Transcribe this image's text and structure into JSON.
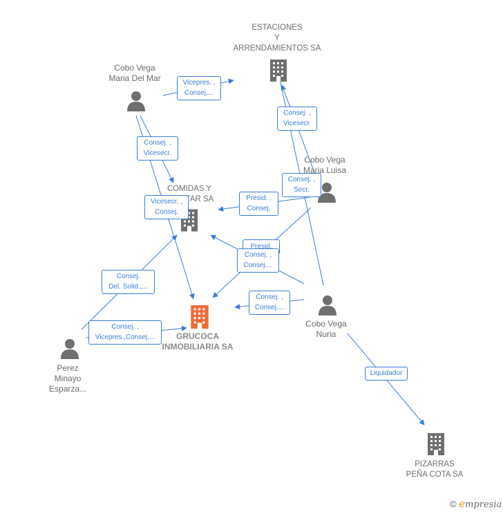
{
  "companies": {
    "estaciones": {
      "lines": [
        "ESTACIONES",
        "Y",
        "ARRENDAMIENTOS SA"
      ]
    },
    "comidas": {
      "lines": [
        "COMIDAS Y",
        "TAR SA"
      ]
    },
    "grucoca": {
      "lines": [
        "GRUCOCA",
        "INMOBILIARIA SA"
      ]
    },
    "pizarras": {
      "lines": [
        "PIZARRAS",
        "PEÑA COTA SA"
      ]
    }
  },
  "people": {
    "maria_del_mar": {
      "lines": [
        "Cobo Vega",
        "Maria Del Mar"
      ]
    },
    "maria_luisa": {
      "lines": [
        "Cobo Vega",
        "Maria Luisa"
      ]
    },
    "nuria": {
      "lines": [
        "Cobo Vega",
        "Nuria"
      ]
    },
    "perez": {
      "lines": [
        "Perez",
        "Minayo",
        "Esparza..."
      ]
    }
  },
  "relations": [
    {
      "id": "r1",
      "lines": [
        "Vicepres. ,",
        "Consej...."
      ]
    },
    {
      "id": "r2",
      "lines": [
        "Consej. ,",
        "Vicesecr."
      ]
    },
    {
      "id": "r3",
      "lines": [
        "Consej. ,",
        "Vicesecr."
      ]
    },
    {
      "id": "r4",
      "lines": [
        "Consej. ,",
        "Secr."
      ]
    },
    {
      "id": "r5",
      "lines": [
        "Presid. ,",
        "Consej."
      ]
    },
    {
      "id": "r6",
      "lines": [
        "Vicesecr. ,",
        "Consej."
      ]
    },
    {
      "id": "r7",
      "lines": [
        "Presid."
      ]
    },
    {
      "id": "r8",
      "lines": [
        "Consej. ,",
        "Consej...."
      ]
    },
    {
      "id": "r9",
      "lines": [
        "Consej.",
        "Del. Solid.,..."
      ]
    },
    {
      "id": "r10",
      "lines": [
        "Consej. ,",
        "Consej...."
      ]
    },
    {
      "id": "r11",
      "lines": [
        "Consej. ,",
        "Vicepres.,Consej...."
      ]
    },
    {
      "id": "r12",
      "lines": [
        "Liquidador"
      ]
    }
  ],
  "colors": {
    "edge": "#3a7dd8",
    "icon_gray": "#6f6f6f",
    "highlight_company": "#f26a35",
    "brand_orange": "#f08a1c"
  },
  "brand": {
    "copyright": "©",
    "e": "e",
    "rest": "mpresia"
  }
}
